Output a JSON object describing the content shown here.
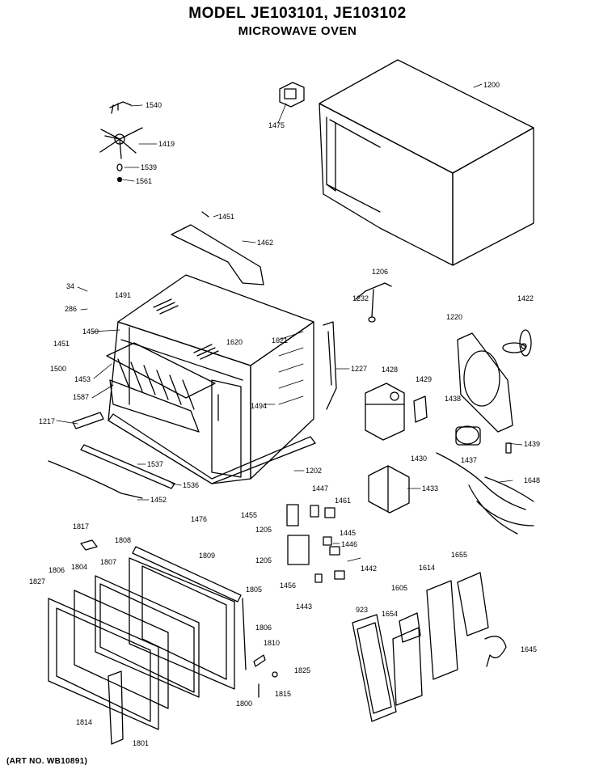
{
  "header": {
    "title": "MODEL JE103101, JE103102",
    "subtitle": "MICROWAVE OVEN"
  },
  "footer": {
    "art_no": "(ART NO. WB10891)"
  },
  "callouts": [
    "1540",
    "1419",
    "1539",
    "1561",
    "1475",
    "1200",
    "1451",
    "1462",
    "34",
    "1491",
    "286",
    "1450",
    "1451",
    "1500",
    "1453",
    "1587",
    "1217",
    "1620",
    "1621",
    "1227",
    "1494",
    "1206",
    "1232",
    "1220",
    "1422",
    "1428",
    "1429",
    "1438",
    "1439",
    "1430",
    "1437",
    "1433",
    "1648",
    "1537",
    "1202",
    "1536",
    "1452",
    "1447",
    "1461",
    "1476",
    "1455",
    "1205",
    "1445",
    "1446",
    "1205",
    "1456",
    "1442",
    "1443",
    "1817",
    "1808",
    "1809",
    "1807",
    "1806",
    "1804",
    "1827",
    "1805",
    "1806",
    "1810",
    "1825",
    "1815",
    "1814",
    "1801",
    "1800",
    "923",
    "1605",
    "1654",
    "1614",
    "1655",
    "1645"
  ]
}
